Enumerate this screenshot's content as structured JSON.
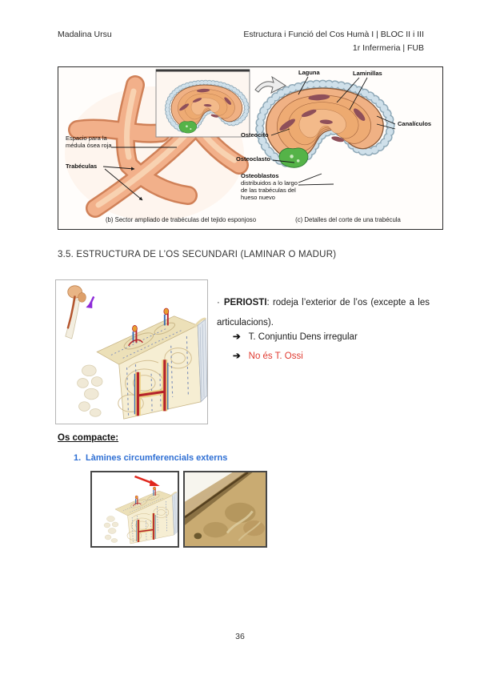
{
  "header": {
    "author": "Madalina Ursu",
    "course_line": "Estructura i Funció del Cos Humà I | BLOC II i III",
    "program_line": "1r Infermeria | FUB"
  },
  "figure_trabecular": {
    "label_espacio": "Espacio para la médula ósea roja",
    "label_trabeculas": "Trabéculas",
    "label_laguna": "Laguna",
    "label_laminillas": "Laminillas",
    "label_canaliculos": "Canalículos",
    "label_osteocito": "Osteocito",
    "label_osteoclasto": "Osteoclasto",
    "label_osteoblastos_term": "Osteoblastos",
    "label_osteoblastos_desc": "distribuidos a lo largo de las trabéculas del hueso nuevo",
    "caption_b": "(b) Sector ampliado de trabéculas del tejido esponjoso",
    "caption_c": "(c) Detalles del corte de una trabécula"
  },
  "section": {
    "heading": "3.5. ESTRUCTURA DE L’OS SECUNDARI (LAMINAR O MADUR)"
  },
  "periosti": {
    "bullet": "·",
    "term": "PERIOSTI",
    "rest": ": rodeja l’exterior de l’os (excepte a les articulacions).",
    "arrow_glyph": "➔",
    "item1": "T. Conjuntiu Dens irregular",
    "item2": "No és T. Ossi"
  },
  "os_compacte": {
    "heading": "Os compacte:",
    "item1_num": "1.",
    "item1": "Làmines circumferencials externs"
  },
  "page": {
    "number": "36"
  },
  "colors": {
    "accent_blue": "#2e6fd4",
    "accent_red": "#e03a30",
    "arrow_red": "#e0261c",
    "bone_salmon": "#f2b08a",
    "bean_fill": "#f0b184",
    "lacuna": "#8e4f5a",
    "osteoblast_ring": "#cfe0ea",
    "osteoclast_green": "#55b348",
    "bone_cream": "#f6eed3",
    "vessel_red": "#b5222a",
    "vessel_blue": "#3a6fb0",
    "micrograph_tan": "#c9ab72"
  }
}
